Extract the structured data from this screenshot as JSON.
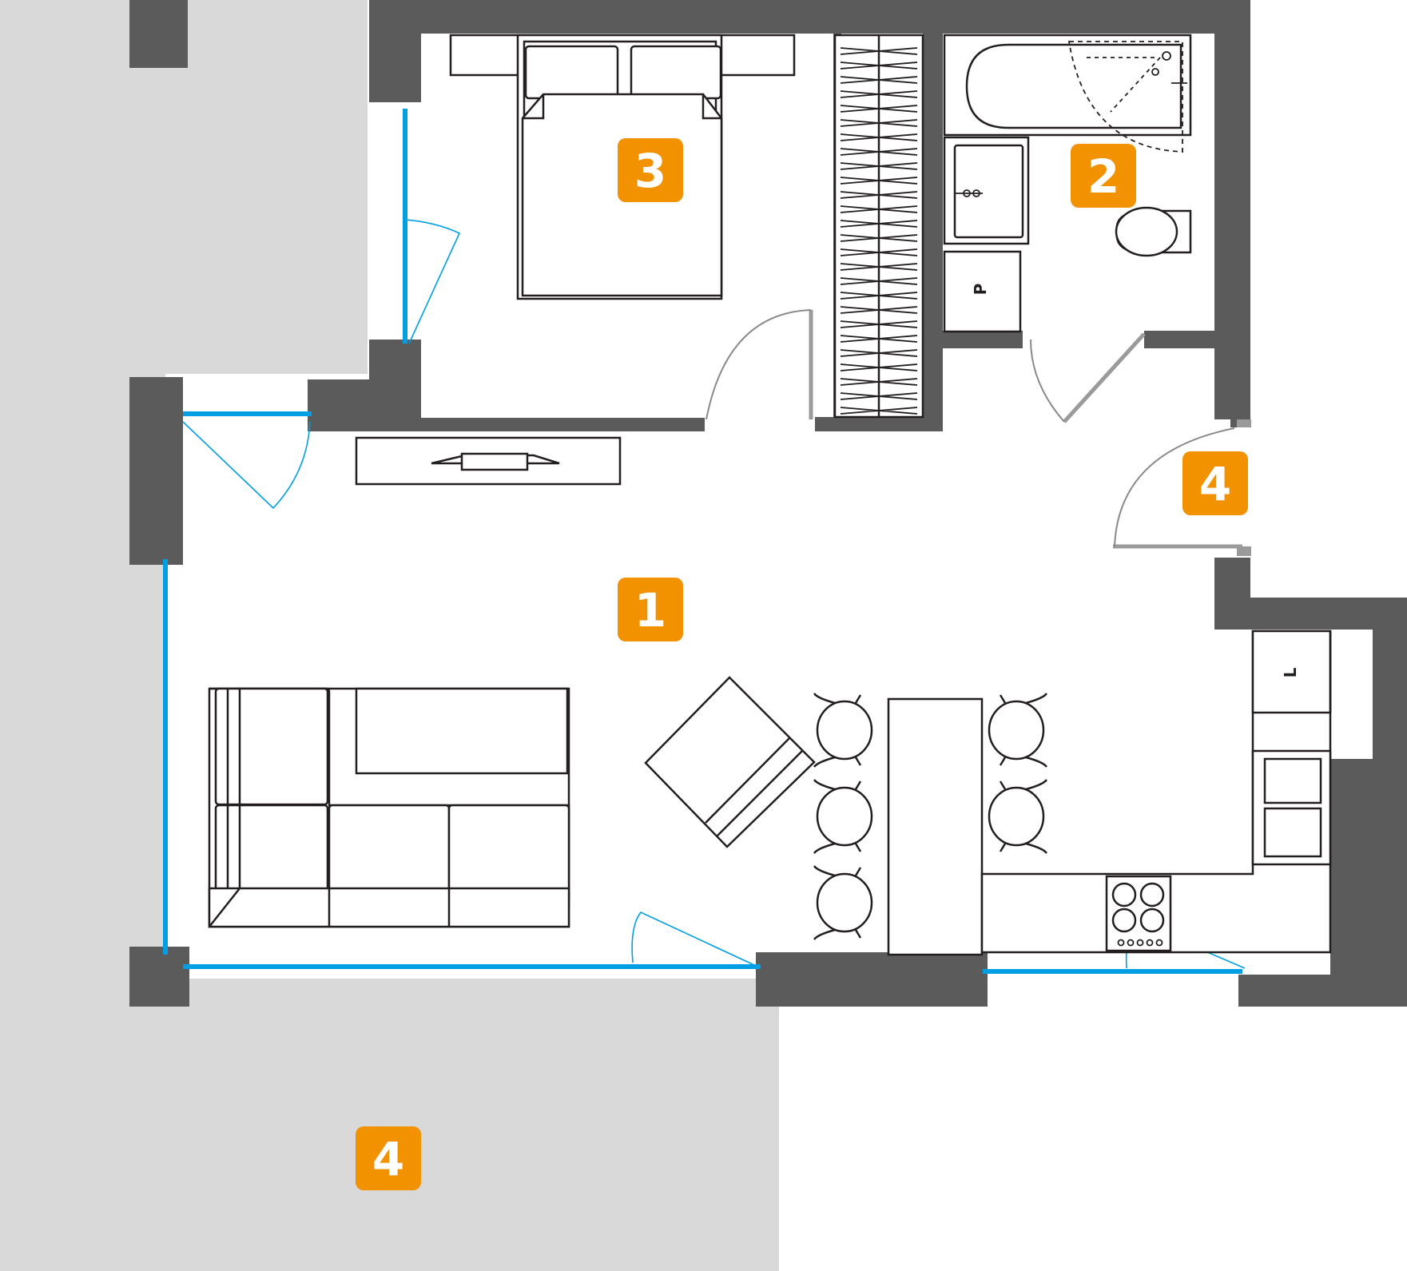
{
  "rooms": [
    {
      "id": "room-1",
      "label": "1"
    },
    {
      "id": "room-2",
      "label": "2"
    },
    {
      "id": "room-3",
      "label": "3"
    },
    {
      "id": "room-4-hall",
      "label": "4"
    },
    {
      "id": "room-4-terrace",
      "label": "4"
    }
  ],
  "fixtures": {
    "boiler_label": "P",
    "kitchen_label": "L"
  },
  "colors": {
    "wall": "#5b5b5b",
    "terrace": "#d9d9d9",
    "window": "#009fe3",
    "badge": "#f39200"
  }
}
